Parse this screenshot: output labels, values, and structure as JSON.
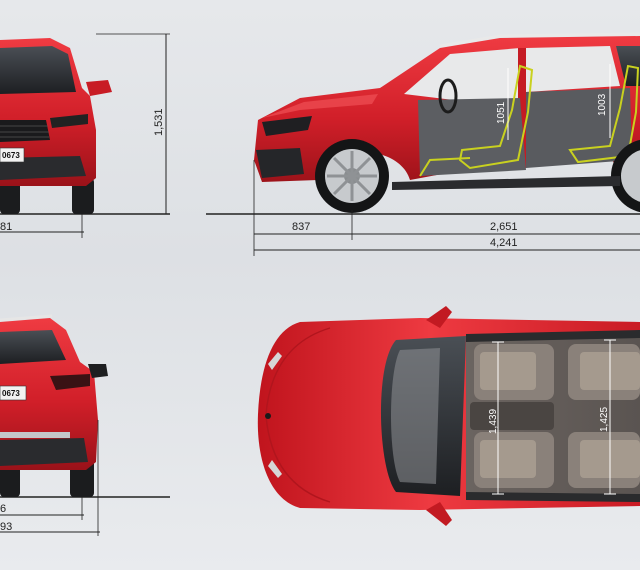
{
  "front_view": {
    "height_label": "1,531",
    "width_label": "81",
    "plate_label": "0673"
  },
  "side_view": {
    "front_overhang_label": "837",
    "wheelbase_label": "2,651",
    "length_label": "4,241",
    "front_headroom_label": "1051",
    "rear_headroom_label": "1003"
  },
  "rear_view": {
    "width_label_1": "6",
    "width_label_2": "93",
    "plate_label": "0673"
  },
  "top_view": {
    "front_shoulder_label": "1,439",
    "rear_shoulder_label": "1,425"
  },
  "colors": {
    "body_red": "#d4202a",
    "dark_red": "#8e1219",
    "highlight_red": "#ef4a4f",
    "interior_yellow": "#c9d11f",
    "glass_dark": "#2a2c30",
    "line": "#222222"
  }
}
